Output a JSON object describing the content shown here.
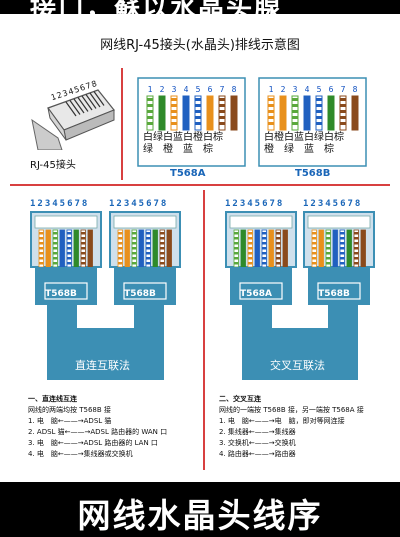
{
  "top_banner": "接口，蘇以水晶头腺",
  "title": "网线RJ-45接头(水晶头)排线示意图",
  "rj45": {
    "pins": "12345678",
    "label": "RJ-45接头"
  },
  "pin_numbers": [
    "1",
    "2",
    "3",
    "4",
    "5",
    "6",
    "7",
    "8"
  ],
  "t568a": {
    "label": "T568A",
    "colors": [
      "#5aa83c",
      "#2f8a2a",
      "#e8901c",
      "#2060c0",
      "#2060c0",
      "#e8901c",
      "#8a4a1c",
      "#8a4a1c"
    ],
    "stripes": [
      true,
      false,
      true,
      false,
      true,
      false,
      true,
      false
    ],
    "names_top": [
      "白",
      "绿",
      "白",
      "蓝",
      "白",
      "橙",
      "白",
      "棕"
    ],
    "names_bottom": [
      "绿",
      "",
      "橙",
      "",
      "蓝",
      "",
      "棕",
      ""
    ]
  },
  "t568b": {
    "label": "T568B",
    "colors": [
      "#e8901c",
      "#e8901c",
      "#5aa83c",
      "#2060c0",
      "#2060c0",
      "#2f8a2a",
      "#8a4a1c",
      "#8a4a1c"
    ],
    "stripes": [
      true,
      false,
      true,
      false,
      true,
      false,
      true,
      false
    ],
    "names_top": [
      "白",
      "橙",
      "白",
      "蓝",
      "白",
      "绿",
      "白",
      "棕"
    ],
    "names_bottom": [
      "橙",
      "",
      "绿",
      "",
      "蓝",
      "",
      "棕",
      ""
    ]
  },
  "plug_pins": "12345678",
  "straight": {
    "plug_left": "T568B",
    "plug_right": "T568B",
    "cable_label": "直连互联法",
    "heading": "一、直连线互连",
    "sub": "网线的两端均按 T568B 接",
    "lines": [
      "1. 电　脑←——→ADSL 猫",
      "2. ADSL 猫←——→ADSL 路由器的 WAN 口",
      "3. 电　脑←——→ADSL 路由器的 LAN 口",
      "4. 电　脑←——→集线器或交换机"
    ]
  },
  "cross": {
    "plug_left": "T568A",
    "plug_right": "T568B",
    "cable_label": "交叉互联法",
    "heading": "二、交叉互连",
    "sub": "网线的一端按 T568B 接，另一端按 T568A 接",
    "lines": [
      "1. 电　脑←——→电　脑，即对等网连接",
      "2. 集线器←——→集线器",
      "3. 交换机←——→交换机",
      "4. 路由器←——→路由器"
    ]
  },
  "bottom_banner": "网线水晶头线序",
  "accent": "#3c8fb4",
  "divider": "#d84040"
}
